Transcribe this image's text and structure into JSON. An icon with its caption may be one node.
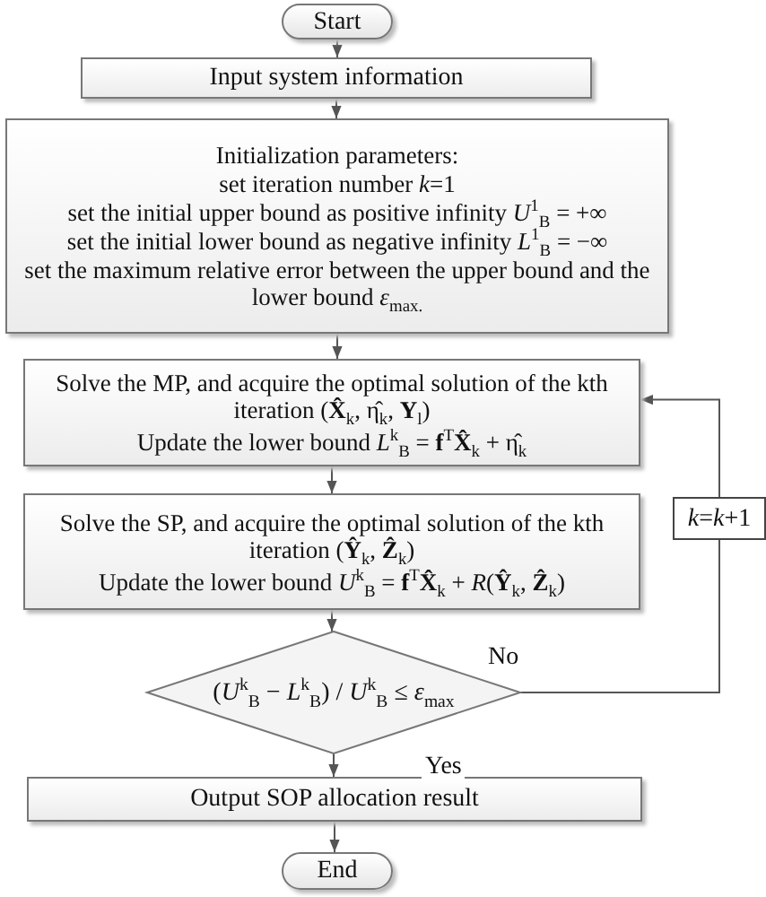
{
  "diagram": {
    "nodes": [
      {
        "text": [
          "Start"
        ]
      },
      {
        "text": [
          "Input system information"
        ]
      },
      {
        "text": [
          "Initialization parameters:",
          "set iteration number *k*=1",
          "set the initial upper bound as positive infinity *U*$^{1}$$_{B}$ = +∞",
          "set the initial lower bound as negative infinity *L*$^{1}$$_{B}$ = −∞",
          "set the maximum relative error between the upper bound and the lower bound *ε*$_{max.}$"
        ]
      },
      {
        "text": [
          "Solve the MP, and acquire the optimal solution of the kth iteration (**X̂**$_{k}$, η̂$_{k}$, **Y**$_{l}$)",
          "Update the lower bound *L*$^{k}$$_{B}$ = **f**$^{T}$**X̂**$_{k}$ + η̂$_{k}$"
        ]
      },
      {
        "text": [
          "Solve the SP, and acquire the optimal solution of the kth iteration (**Ŷ**$_{k}$, **Ẑ**$_{k}$)",
          "Update the lower bound *U*$^{k}$$_{B}$ = **f**$^{T}$**X̂**$_{k}$ + *R*(**Ŷ**$_{k}$, **Ẑ**$_{k}$)"
        ]
      },
      {
        "text": [
          "(*U*$^{k}$$_{B}$ − *L*$^{k}$$_{B}$) / *U*$^{k}$$_{B}$ ≤ *ε*$_{max}$"
        ]
      },
      {
        "text": [
          "Output SOP allocation result"
        ]
      },
      {
        "text": [
          "End"
        ]
      },
      {
        "text": [
          "*k*=*k*+1"
        ]
      }
    ],
    "edges": [
      {
        "from": 0,
        "to": 1,
        "arrow": "to"
      },
      {
        "from": 1,
        "to": 2,
        "arrow": "to"
      },
      {
        "from": 2,
        "to": 3,
        "arrow": "to"
      },
      {
        "from": 3,
        "to": 4,
        "arrow": "to"
      },
      {
        "from": 4,
        "to": 5,
        "arrow": "to"
      },
      {
        "from": 5,
        "to": 6,
        "label": "Yes",
        "arrow": "to"
      },
      {
        "from": 6,
        "to": 7,
        "arrow": "to"
      },
      {
        "from": 5,
        "to": 8,
        "label": "No",
        "arrow": "none"
      },
      {
        "from": 8,
        "to": 3,
        "arrow": "to"
      }
    ]
  }
}
